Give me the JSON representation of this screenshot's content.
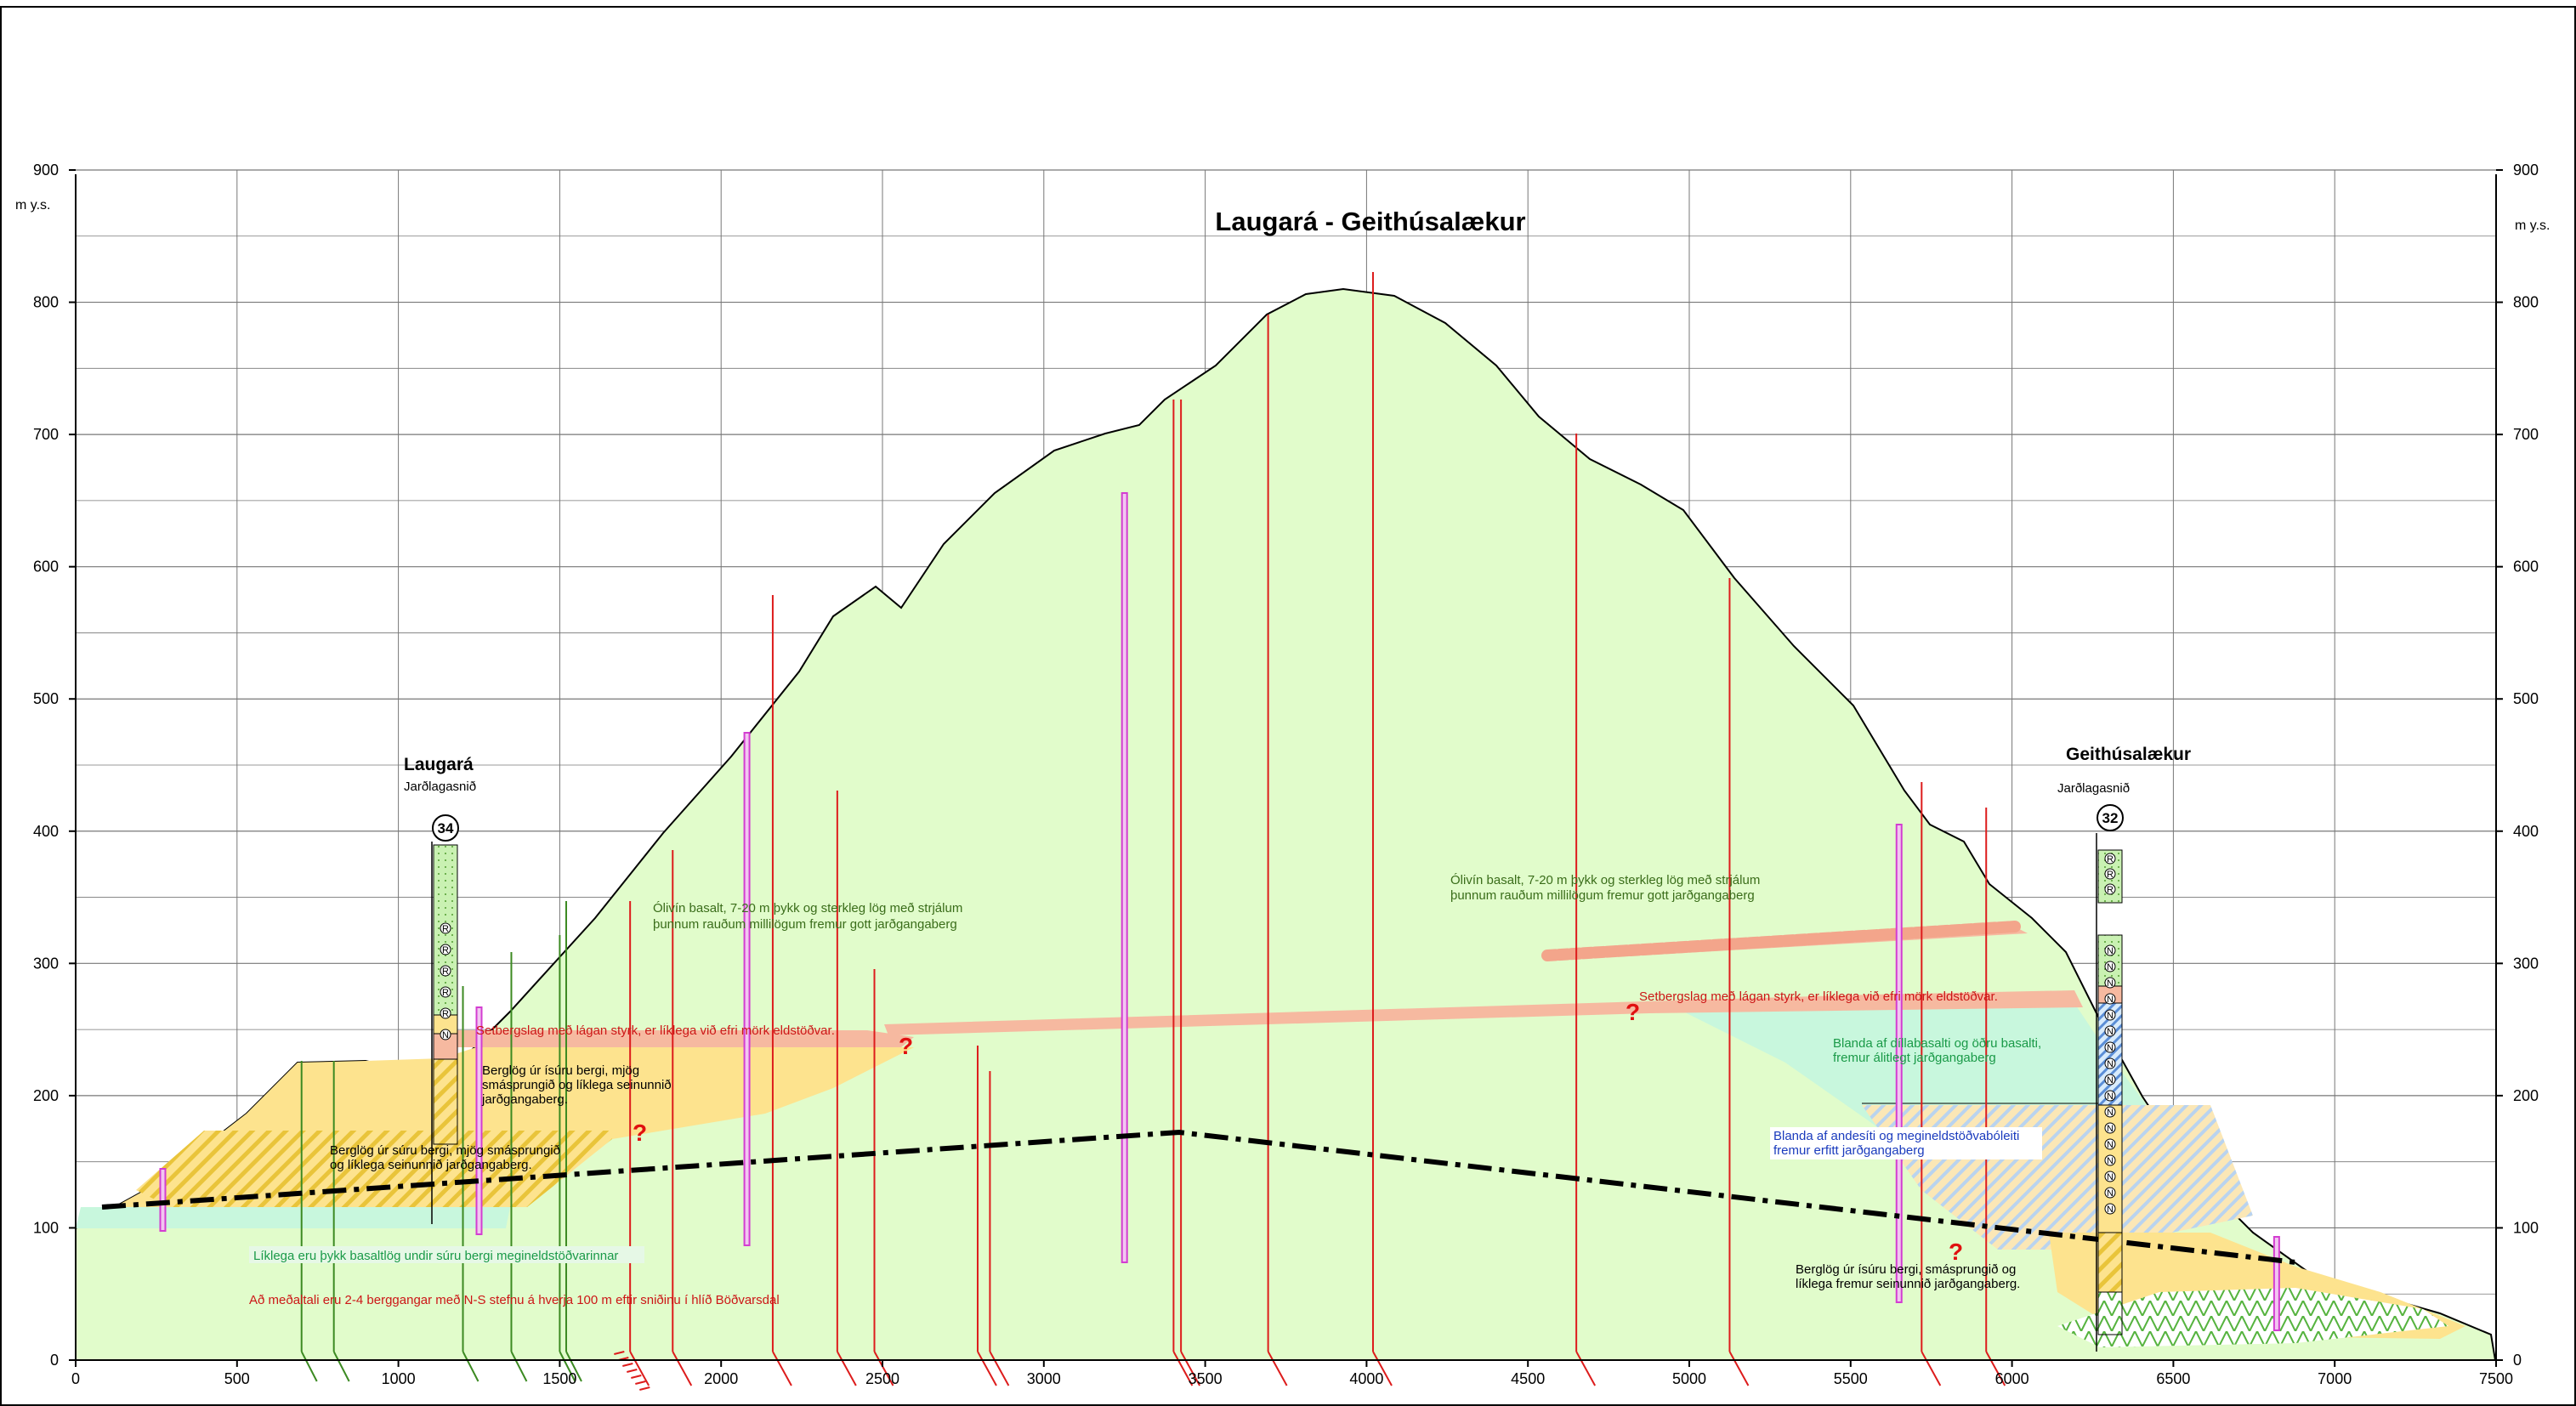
{
  "title": "Laugará - Geithúsalækur",
  "axis": {
    "unit_left": "m y.s.",
    "unit_right": "m y.s.",
    "y_ticks": [
      "0",
      "100",
      "200",
      "300",
      "400",
      "500",
      "600",
      "700",
      "800",
      "900"
    ],
    "x_ticks": [
      "0",
      "500",
      "1000",
      "1500",
      "2000",
      "2500",
      "3000",
      "3500",
      "4000",
      "4500",
      "5000",
      "5500",
      "6000",
      "6500",
      "7000",
      "7500"
    ]
  },
  "locations": {
    "left": {
      "name": "Laugará",
      "subtitle": "Jarðlagasnið",
      "number": "34"
    },
    "right": {
      "name": "Geithúsalækur",
      "subtitle": "Jarðlagasnið",
      "number": "32"
    }
  },
  "notes": {
    "olivine_left": [
      "Ólivín basalt, 7-20 m þykk og sterkleg lög með strjálum",
      "þunnum rauðum millilögum fremur gott jarðgangaberg"
    ],
    "olivine_right": [
      "Ólivín basalt, 7-20 m þykk og sterkleg lög með strjálum",
      "þunnum rauðum millilögum fremur gott jarðgangaberg"
    ],
    "sediment_left": "Setbergslag með lágan styrk, er líklega við efri mörk eldstöðvar.",
    "sediment_right": "Setbergslag með lágan styrk, er líklega við efri mörk eldstöðvar.",
    "acidic_fractured": [
      "Berglög úr ísúru bergi, mjög",
      "smásprungið og líklega seinunnið",
      "jarðgangaberg."
    ],
    "acidic_left_lower": [
      "Berglög úr súru bergi, mjög smásprungið",
      "og líklega seinunnið jarðgangaberg."
    ],
    "basalt_layers": "Líklega eru þykk basaltlög undir súru bergi megineldstöðvarinnar",
    "dykes": "Að meðaltali eru 2-4 berggangar með N-S stefnu á hverja 100 m eftir sniðinu í hlíð Böðvarsdal",
    "mixed_basalt": [
      "Blanda af díllabasalti og öðru basalti,",
      "fremur álitlegt jarðgangaberg"
    ],
    "andesite_mix": [
      "Blanda af andesíti og megineldstöðvabóleiti",
      "fremur erfitt jarðgangaberg"
    ],
    "acidic_right": [
      "Berglög úr ísúru bergi, smásprungið og",
      "líklega fremur seinunnið jarðgangaberg."
    ],
    "question": "?"
  },
  "log_symbols": {
    "left": [
      "R",
      "R",
      "R",
      "R",
      "R",
      "N"
    ],
    "right_top": [
      "R",
      "R",
      "R"
    ],
    "right_mid": [
      "N",
      "N",
      "N",
      "N",
      "N",
      "N",
      "N",
      "N",
      "N",
      "N",
      "N",
      "N",
      "N",
      "N",
      "N",
      "N",
      "N"
    ]
  },
  "colors": {
    "green_fill": "#e1fccb",
    "yellow_fill": "#fde38e",
    "mint_fill": "#c8f7dd",
    "salmon": "#f6b9a0",
    "red_line": "#dd1c1c",
    "magenta": "#d33dd1",
    "tunnel": "#000000",
    "olive_text": "#3a6d1a",
    "red_text": "#cc1616",
    "blue_text": "#1a3bbd",
    "green_text": "#1a9a48"
  }
}
